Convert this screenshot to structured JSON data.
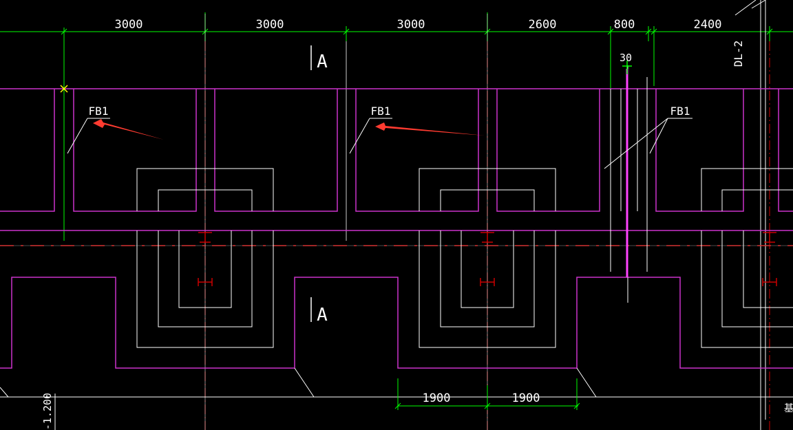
{
  "colors": {
    "background": "#000000",
    "dimension": "#00ff00",
    "outline": "#ffffff",
    "wall": "#cc33cc",
    "axis": "#cc0000",
    "marker": "#ffff00",
    "arrow": "#ff3b30",
    "highlight": "#ff44ff"
  },
  "dimensions_top": [
    "3000",
    "3000",
    "3000",
    "2600",
    "800",
    "2400"
  ],
  "dimensions_bottom": [
    "1900",
    "1900"
  ],
  "labels": {
    "section_top": "A",
    "section_bottom": "A",
    "beam_1": "FB1",
    "beam_2": "FB1",
    "beam_3": "FB1",
    "small_dim": "30",
    "beam_dl": "DL-2",
    "elevation": "-1.200",
    "edge_glyph": "基"
  }
}
